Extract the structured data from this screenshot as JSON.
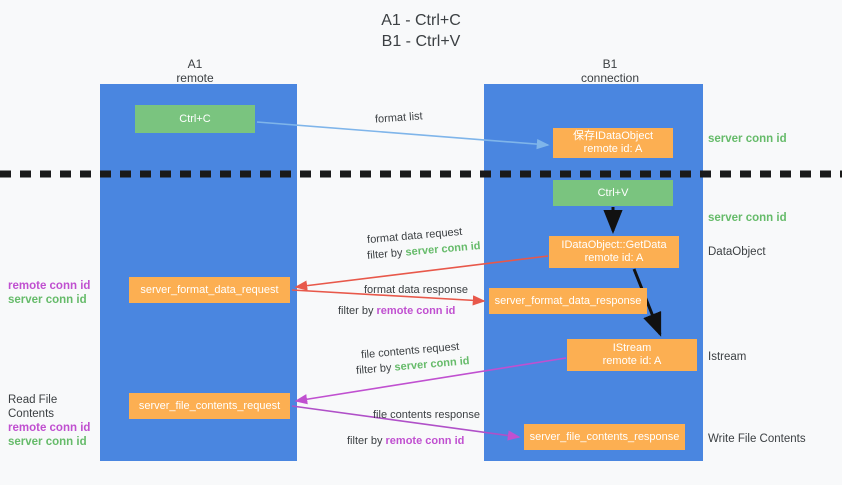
{
  "title": "A1 - Ctrl+C\nB1 - Ctrl+V",
  "columns": {
    "left": {
      "header": "A1\nremote"
    },
    "right": {
      "header": "B1\nconnection"
    }
  },
  "boxes": {
    "ctrl_c": "Ctrl+C",
    "save_idataobject": "保存IDataObject\nremote id: A",
    "ctrl_v": "Ctrl+V",
    "getdata": "IDataObject::GetData\nremote id: A",
    "istream": "IStream\nremote id: A",
    "server_format_data_request": "server_format_data_request",
    "server_format_data_response": "server_format_data_response",
    "server_file_contents_request": "server_file_contents_request",
    "server_file_contents_response": "server_file_contents_response"
  },
  "right_notes": {
    "server_conn_id_1": "server conn id",
    "server_conn_id_2": "server conn id",
    "dataobject": "DataObject",
    "istream": "Istream",
    "write_file_contents": "Write File Contents"
  },
  "left_notes": {
    "group_1": {
      "remote": "remote conn id",
      "server": "server conn id"
    },
    "group_2": {
      "heading": "Read File Contents",
      "remote": "remote conn id",
      "server": "server conn id"
    }
  },
  "edge_labels": {
    "format_list": "format list",
    "format_data_request": "format data request",
    "format_data_request_filter_prefix": "filter by ",
    "format_data_request_filter_value": "server conn id",
    "format_data_response": "format data response",
    "format_data_response_filter_prefix": "filter by ",
    "format_data_response_filter_value": "remote conn id",
    "file_contents_request": "file contents request",
    "file_contents_request_filter_prefix": "filter by ",
    "file_contents_request_filter_value": "server conn id",
    "file_contents_response": "file contents response",
    "file_contents_response_filter_prefix": "filter by ",
    "file_contents_response_filter_value": "remote conn id"
  },
  "colors": {
    "lane_blue": "#4a86e0",
    "box_green": "#7ac47f",
    "box_orange": "#fcaf52",
    "accent_green": "#66bb6a",
    "accent_magenta": "#c050d0",
    "arrow_red": "#e8584a",
    "arrow_light_blue": "#7fb5ea",
    "arrow_black": "#000000",
    "background": "#f8f9fa"
  }
}
